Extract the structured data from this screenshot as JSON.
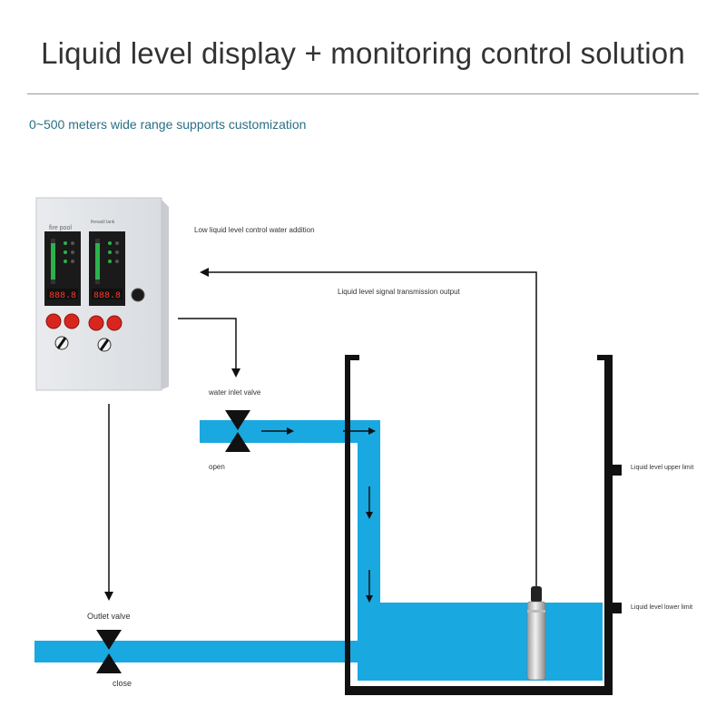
{
  "header": {
    "title": "Liquid level display + monitoring control solution",
    "subtitle": "0~500 meters wide range supports customization"
  },
  "labels": {
    "low_level_control": "Low liquid level control water addition",
    "signal_output": "Liquid level signal transmission output",
    "inlet_valve": "water inlet valve",
    "inlet_state": "open",
    "outlet_valve": "Outlet valve",
    "outlet_state": "close",
    "upper_limit": "Liquid level upper limit",
    "lower_limit": "Liquid level lower limit"
  },
  "control_box": {
    "left_display_label": "fire pool",
    "right_display_label": "firewall tank",
    "left_readout": "888.8",
    "right_readout": "888.8"
  },
  "colors": {
    "water": "#1aa8e0",
    "tank_wall": "#111111",
    "indicator_red": "#d8261f",
    "display_bg": "#1a1a1a",
    "digit_red": "#ff3a2a"
  }
}
